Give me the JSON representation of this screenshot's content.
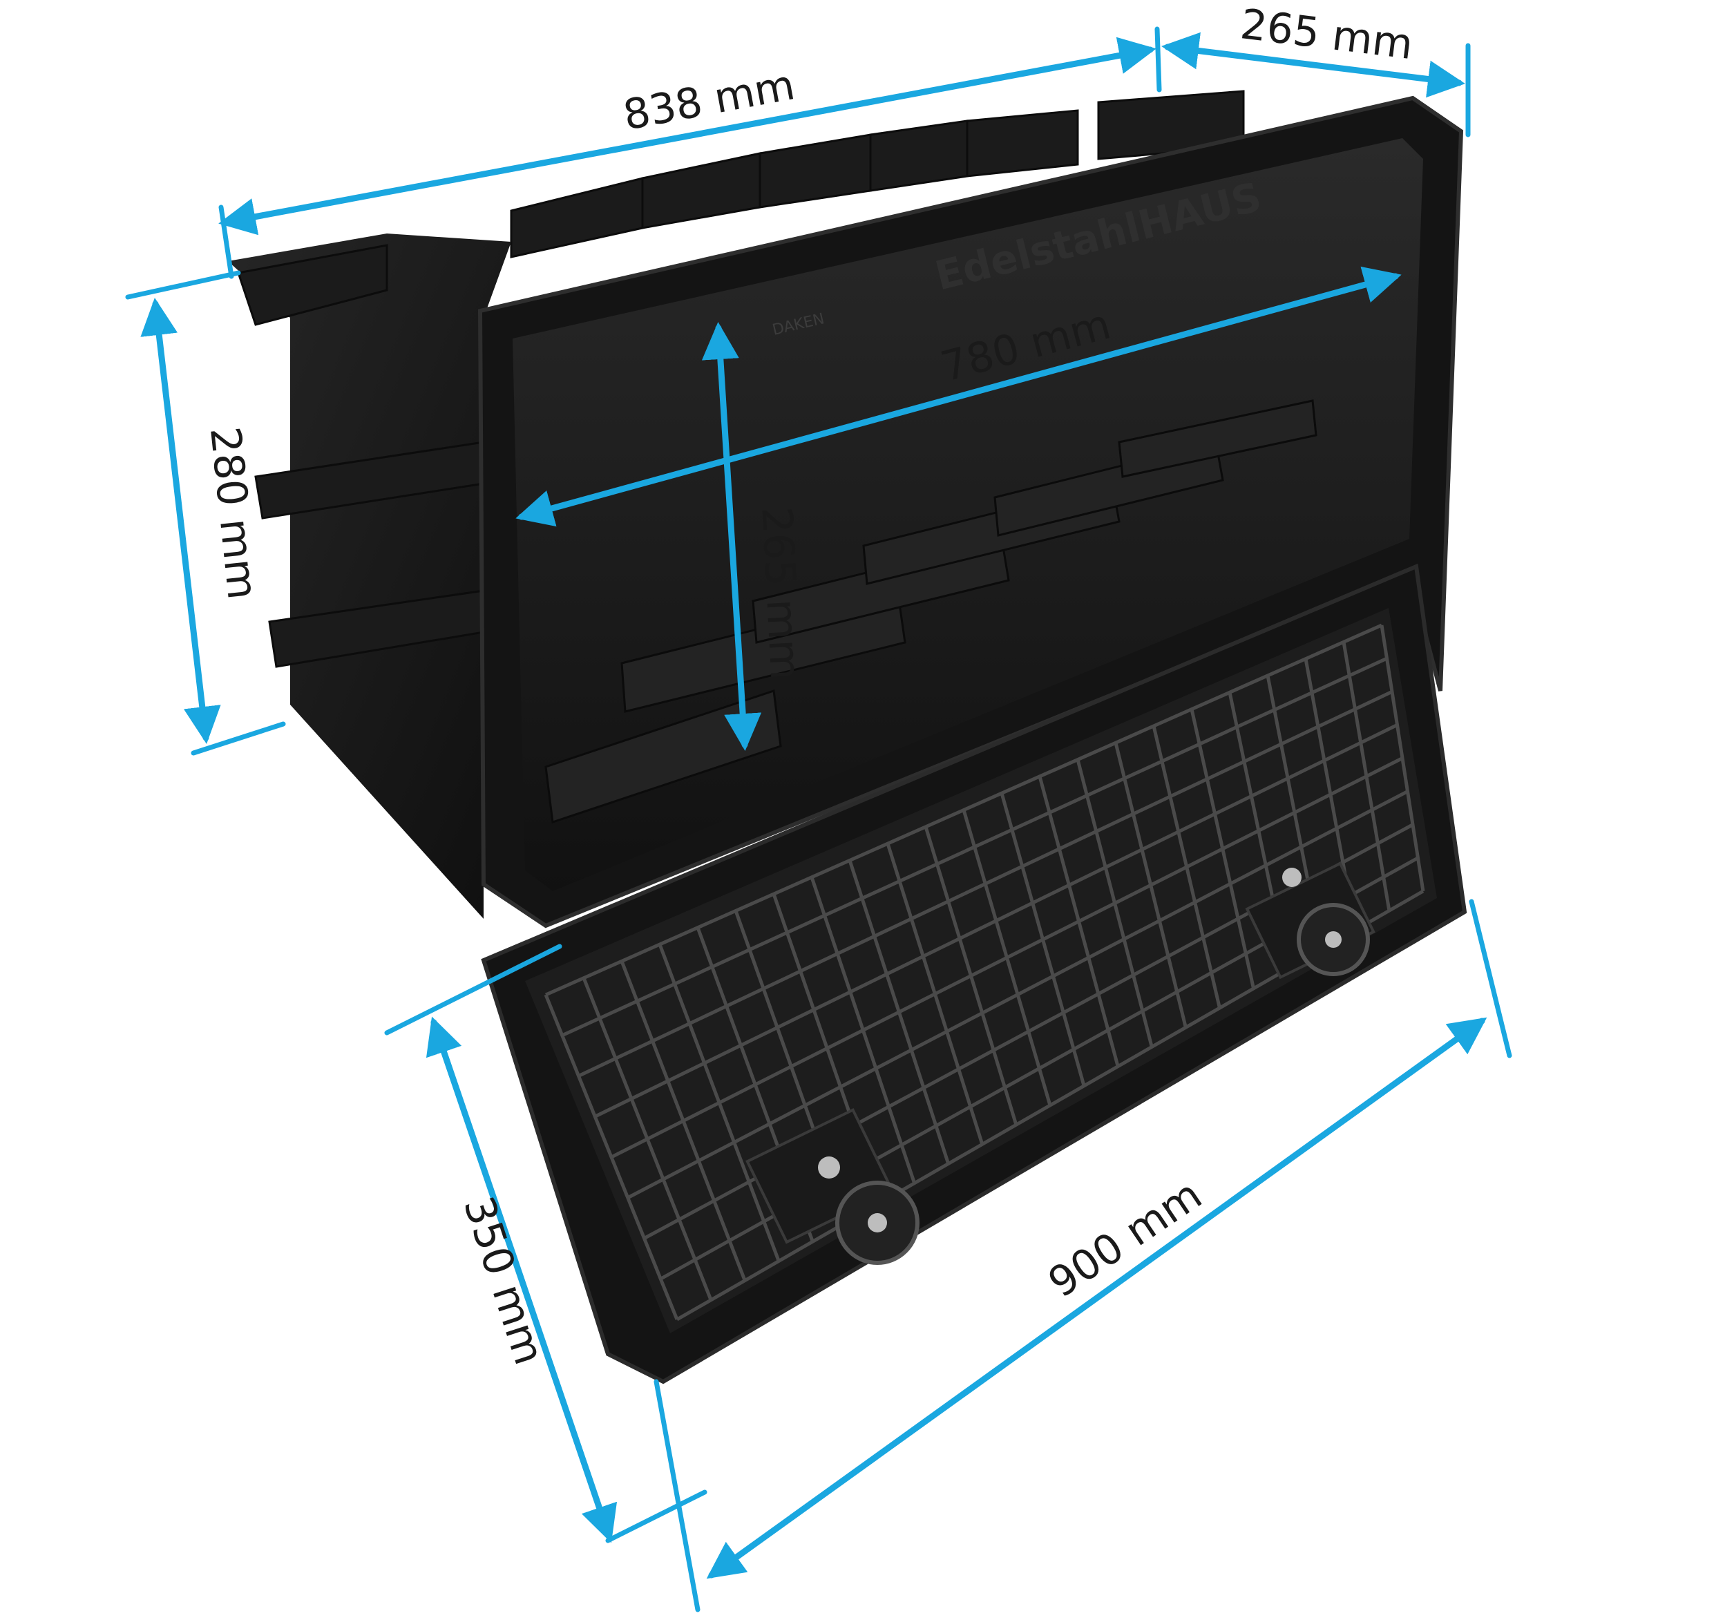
{
  "dimensions": {
    "outer_length": "838 mm",
    "outer_depth": "265 mm",
    "inner_length": "780 mm",
    "inner_height": "265 mm",
    "outer_height": "280 mm",
    "lid_height": "350 mm",
    "lid_length": "900 mm"
  },
  "box": {
    "brand_watermark": "EdelstahlHAUS",
    "maker_mark": "DAKEN"
  },
  "colors": {
    "dimension_lines": "#1aa7e0",
    "box_body": "#161616",
    "text": "#1a1a1a"
  }
}
